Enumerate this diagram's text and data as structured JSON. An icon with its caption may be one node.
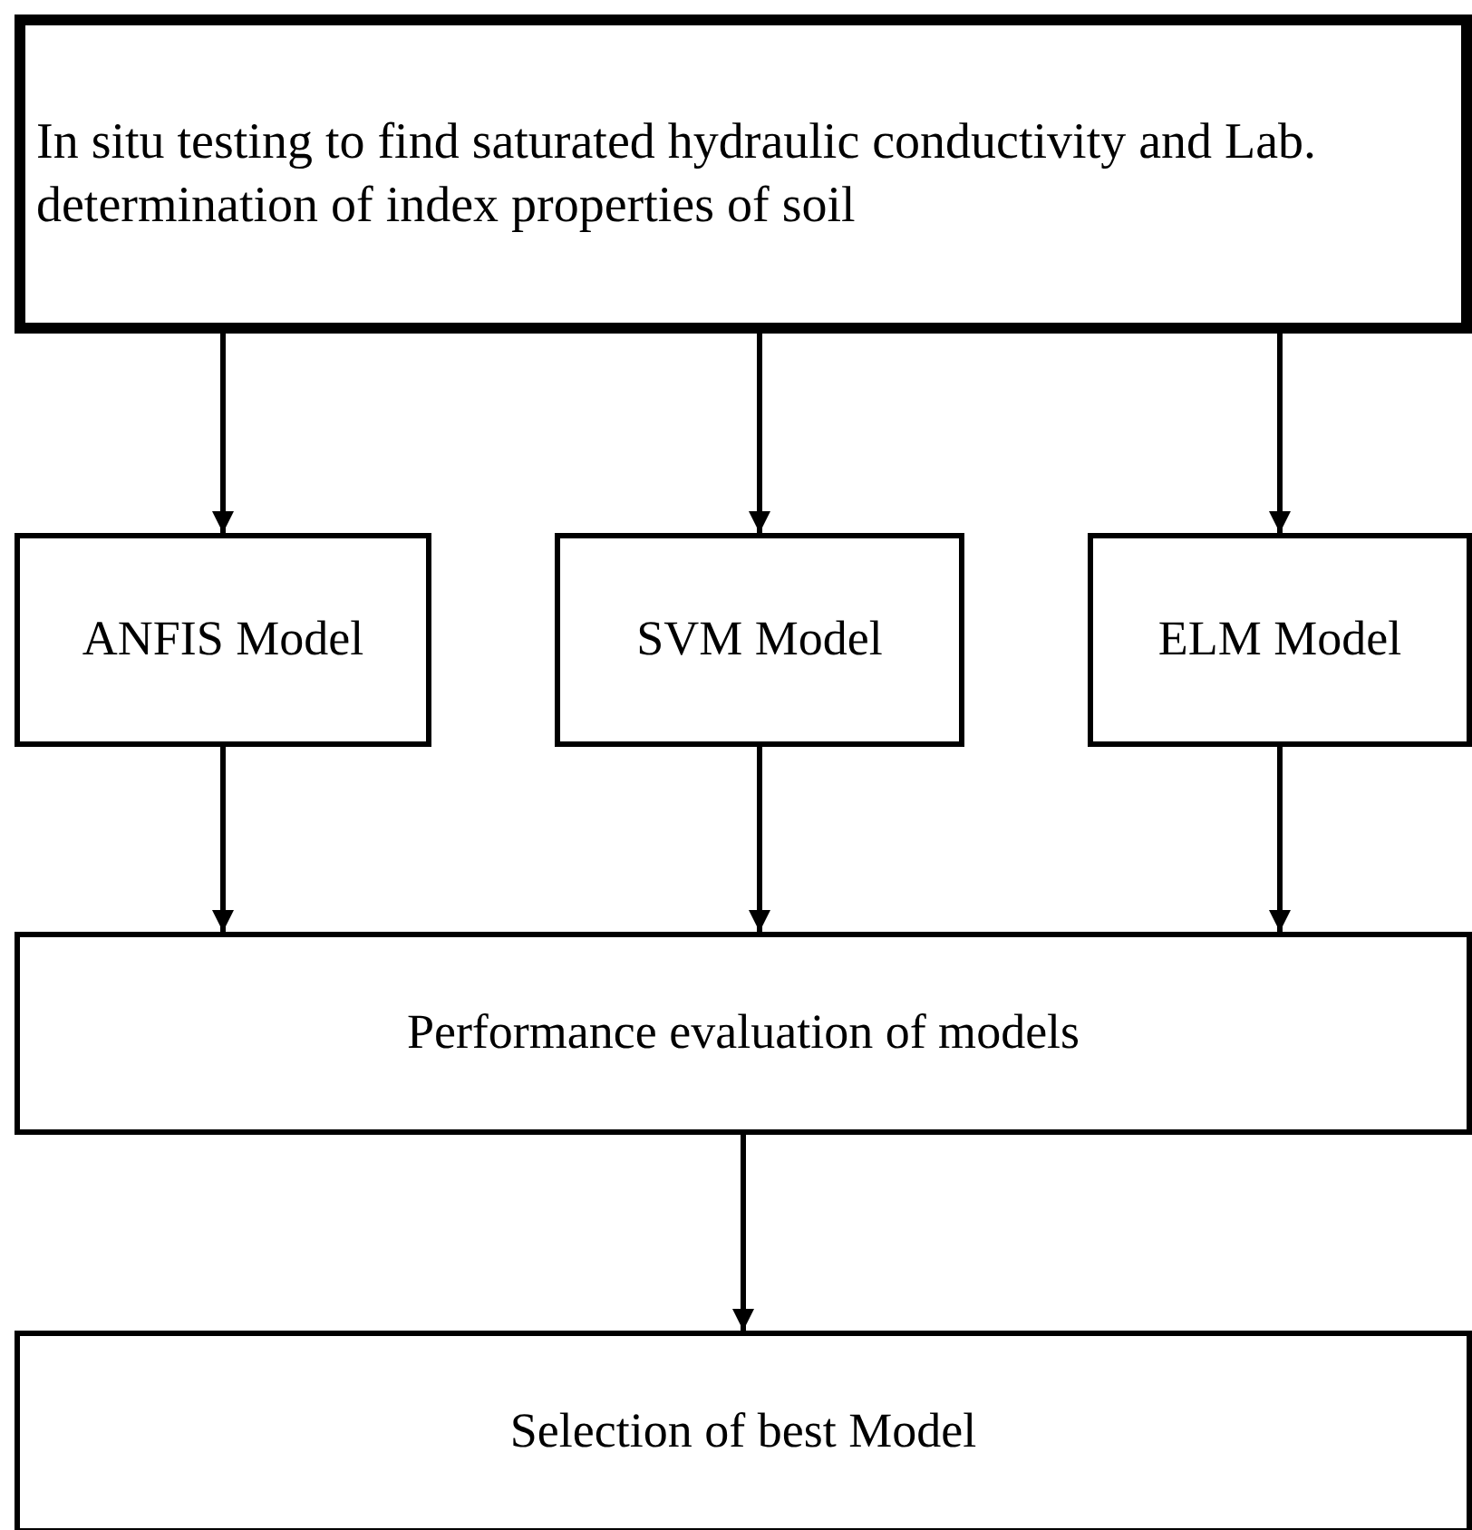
{
  "diagram": {
    "nodes": [
      {
        "text": [
          "In situ testing to find saturated hydraulic conductivity and Lab. determination of index properties of soil"
        ]
      },
      {
        "text": [
          "ANFIS Model"
        ]
      },
      {
        "text": [
          "SVM Model"
        ]
      },
      {
        "text": [
          "ELM Model"
        ]
      },
      {
        "text": [
          "Performance evaluation of models"
        ]
      },
      {
        "text": [
          "Selection of best Model"
        ]
      }
    ],
    "edges": [
      {
        "from": 0,
        "to": 1,
        "arrow": "to"
      },
      {
        "from": 0,
        "to": 2,
        "arrow": "to"
      },
      {
        "from": 0,
        "to": 3,
        "arrow": "to"
      },
      {
        "from": 1,
        "to": 4,
        "arrow": "to"
      },
      {
        "from": 2,
        "to": 4,
        "arrow": "to"
      },
      {
        "from": 3,
        "to": 4,
        "arrow": "to"
      },
      {
        "from": 4,
        "to": 5,
        "arrow": "to"
      }
    ]
  }
}
